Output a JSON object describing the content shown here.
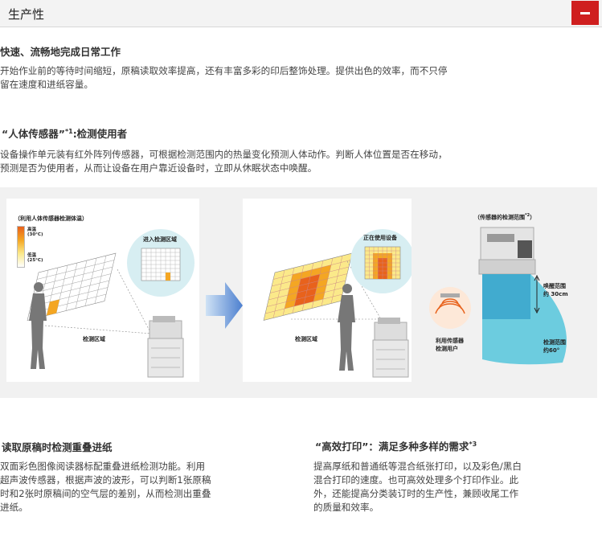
{
  "header": {
    "title": "生产性"
  },
  "section1": {
    "heading": "快速、流畅地完成日常工作",
    "body_line1": "开始作业前的等待时间缩短，原稿读取效率提高，还有丰富多彩的印后整饰处理。提供出色的效率，而不只停",
    "body_line2": "留在速度和进纸容量。"
  },
  "section2": {
    "heading_pre": "“人体传感器”",
    "heading_sup": "*1",
    "heading_post": ":检测使用者",
    "body_line1": "设备操作单元装有红外阵列传感器，可根据检测范围内的热量变化预测人体动作。判断人体位置是否在移动，",
    "body_line2": "预测是否为使用者，从而让设备在用户靠近设备时，立即从休眠状态中唤醒。"
  },
  "figure": {
    "left_title": "（利用人体传感器检测体温）",
    "legend_high": "高温",
    "legend_high_temp": "(30°C)",
    "legend_low": "低温",
    "legend_low_temp": "(25°C)",
    "bubble1_label": "进入检测区域",
    "bubble2_label": "正在使用设备",
    "area_label1": "检测区域",
    "area_label2": "检测区域",
    "right_title": "（传感器的检测范围",
    "right_title_sup": "*2",
    "right_title_end": "）",
    "sensor_label1": "利用传感器",
    "sensor_label2": "检测用户",
    "wake_label1": "唤醒范围",
    "wake_label2": "约 30cm",
    "range_label1": "检测范围",
    "range_label2": "约60°"
  },
  "section3": {
    "heading": "读取原稿时检测重叠进纸",
    "lines": [
      "双面彩色图像阅读器标配重叠进纸检测功能。利用",
      "超声波传感器，根据声波的波形，可以判断1张原稿",
      "时和2张时原稿间的空气层的差别，从而检测出重叠",
      "进纸。"
    ]
  },
  "section4": {
    "heading_pre": "“高效打印”：满足多种多样的需求",
    "heading_sup": "*3",
    "lines": [
      "提高厚纸和普通纸等混合纸张打印，以及彩色/黑白",
      "混合打印的速度。也可高效处理多个打印作业。此",
      "外，还能提高分类装订时的生产性，兼顾收尾工作",
      "的质量和效率。"
    ]
  },
  "colors": {
    "accent": "#cf1f1f",
    "heat_high": "#e8621c",
    "heat_mid": "#f4a623",
    "heat_low": "#fbe98a",
    "range_blue": "#3fbfd8"
  }
}
